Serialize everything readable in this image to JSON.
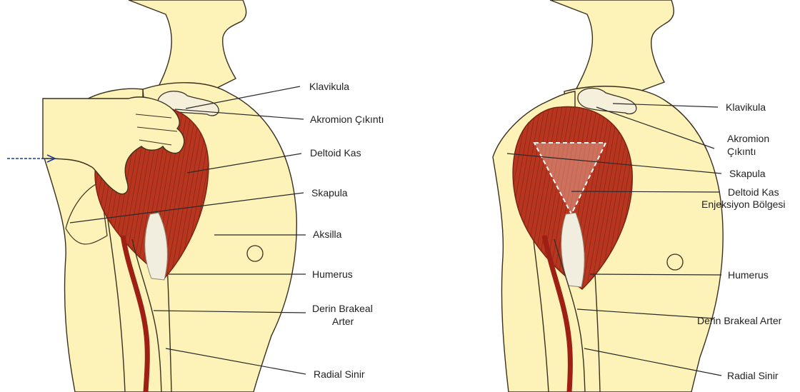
{
  "colors": {
    "skin": "#fdf3b8",
    "skin_outline": "#3a3020",
    "muscle": "#b8361f",
    "muscle_dark": "#7d2212",
    "bone": "#f2eedf",
    "artery": "#9e2015",
    "leader": "#2a2a2a",
    "arrow": "#1f3a93"
  },
  "icons": {
    "pointer": "arrow-icon"
  },
  "left_panel": {
    "labels": {
      "klavikula": "Klavikula",
      "akromion": "Akromion Çıkıntı",
      "deltoid": "Deltoid Kas",
      "skapula": "Skapula",
      "aksilla": "Aksilla",
      "humerus": "Humerus",
      "derin_1": "Derin Brakeal",
      "derin_2": "Arter",
      "radial": "Radial Sinir"
    }
  },
  "right_panel": {
    "labels": {
      "klavikula": "Klavikula",
      "akromion_1": "Akromion",
      "akromion_2": "Çıkıntı",
      "skapula": "Skapula",
      "deltoid_1": "Deltoid Kas",
      "deltoid_2": "Enjeksiyon Bölgesi",
      "humerus": "Humerus",
      "derin": "Derin Brakeal Arter",
      "radial": "Radial Sinir"
    }
  }
}
